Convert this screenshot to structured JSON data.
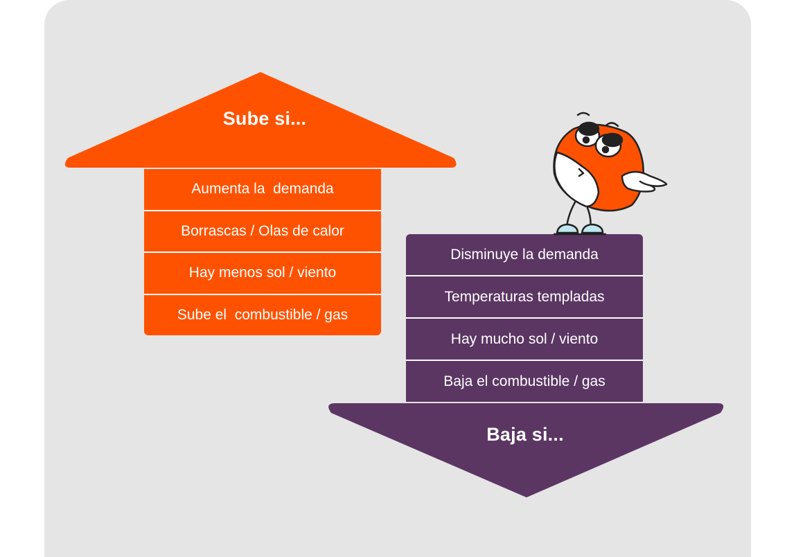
{
  "up": {
    "title": "Sube si...",
    "items": [
      "Aumenta la  demanda",
      "Borrascas / Olas de calor",
      "Hay menos sol / viento",
      "Sube el  combustible / gas"
    ],
    "color": "#ff5200"
  },
  "down": {
    "title": "Baja si...",
    "items": [
      "Disminuye la demanda",
      "Temperaturas templadas",
      "Hay mucho sol / viento",
      "Baja el combustible / gas"
    ],
    "color": "#5b3663"
  },
  "background_color": "#e5e5e5",
  "mascot": {
    "icon": "pointing-mascot-icon"
  }
}
